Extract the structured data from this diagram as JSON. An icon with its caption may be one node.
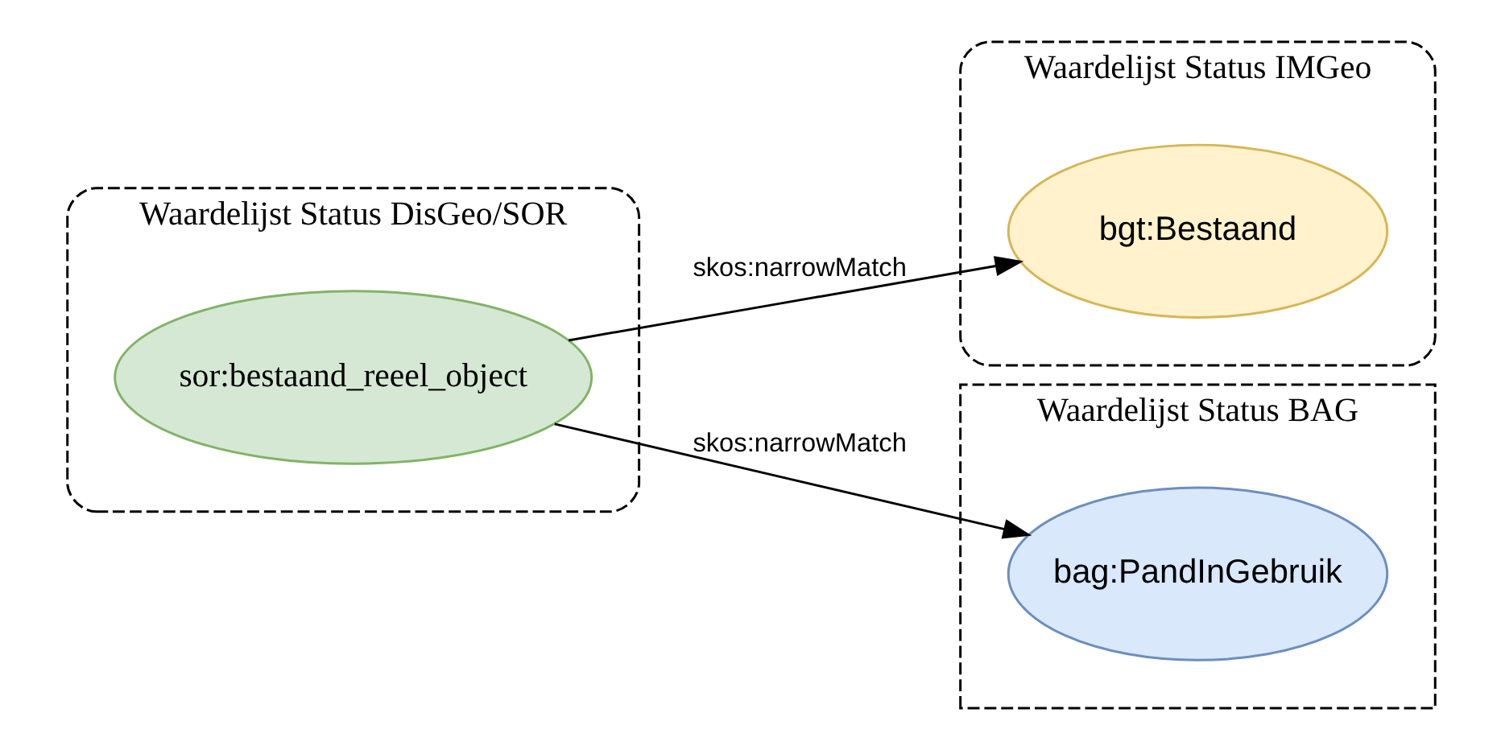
{
  "diagram": {
    "nodes": [
      {
        "text": [
          "Waardelijst Status DisGeo/SOR"
        ]
      },
      {
        "text": [
          "sor:bestaand_reeel_object"
        ],
        "in": 0
      },
      {
        "text": [
          "Waardelijst Status IMGeo"
        ]
      },
      {
        "text": [
          "bgt:Bestaand"
        ],
        "in": 2
      },
      {
        "text": [
          "Waardelijst Status BAG"
        ]
      },
      {
        "text": [
          "bag:PandInGebruik"
        ],
        "in": 4
      }
    ],
    "edges": [
      {
        "from": 1,
        "to": 3,
        "arrow": "to",
        "label": "skos:narrowMatch"
      },
      {
        "from": 1,
        "to": 5,
        "arrow": "to",
        "label": "skos:narrowMatch"
      }
    ]
  }
}
